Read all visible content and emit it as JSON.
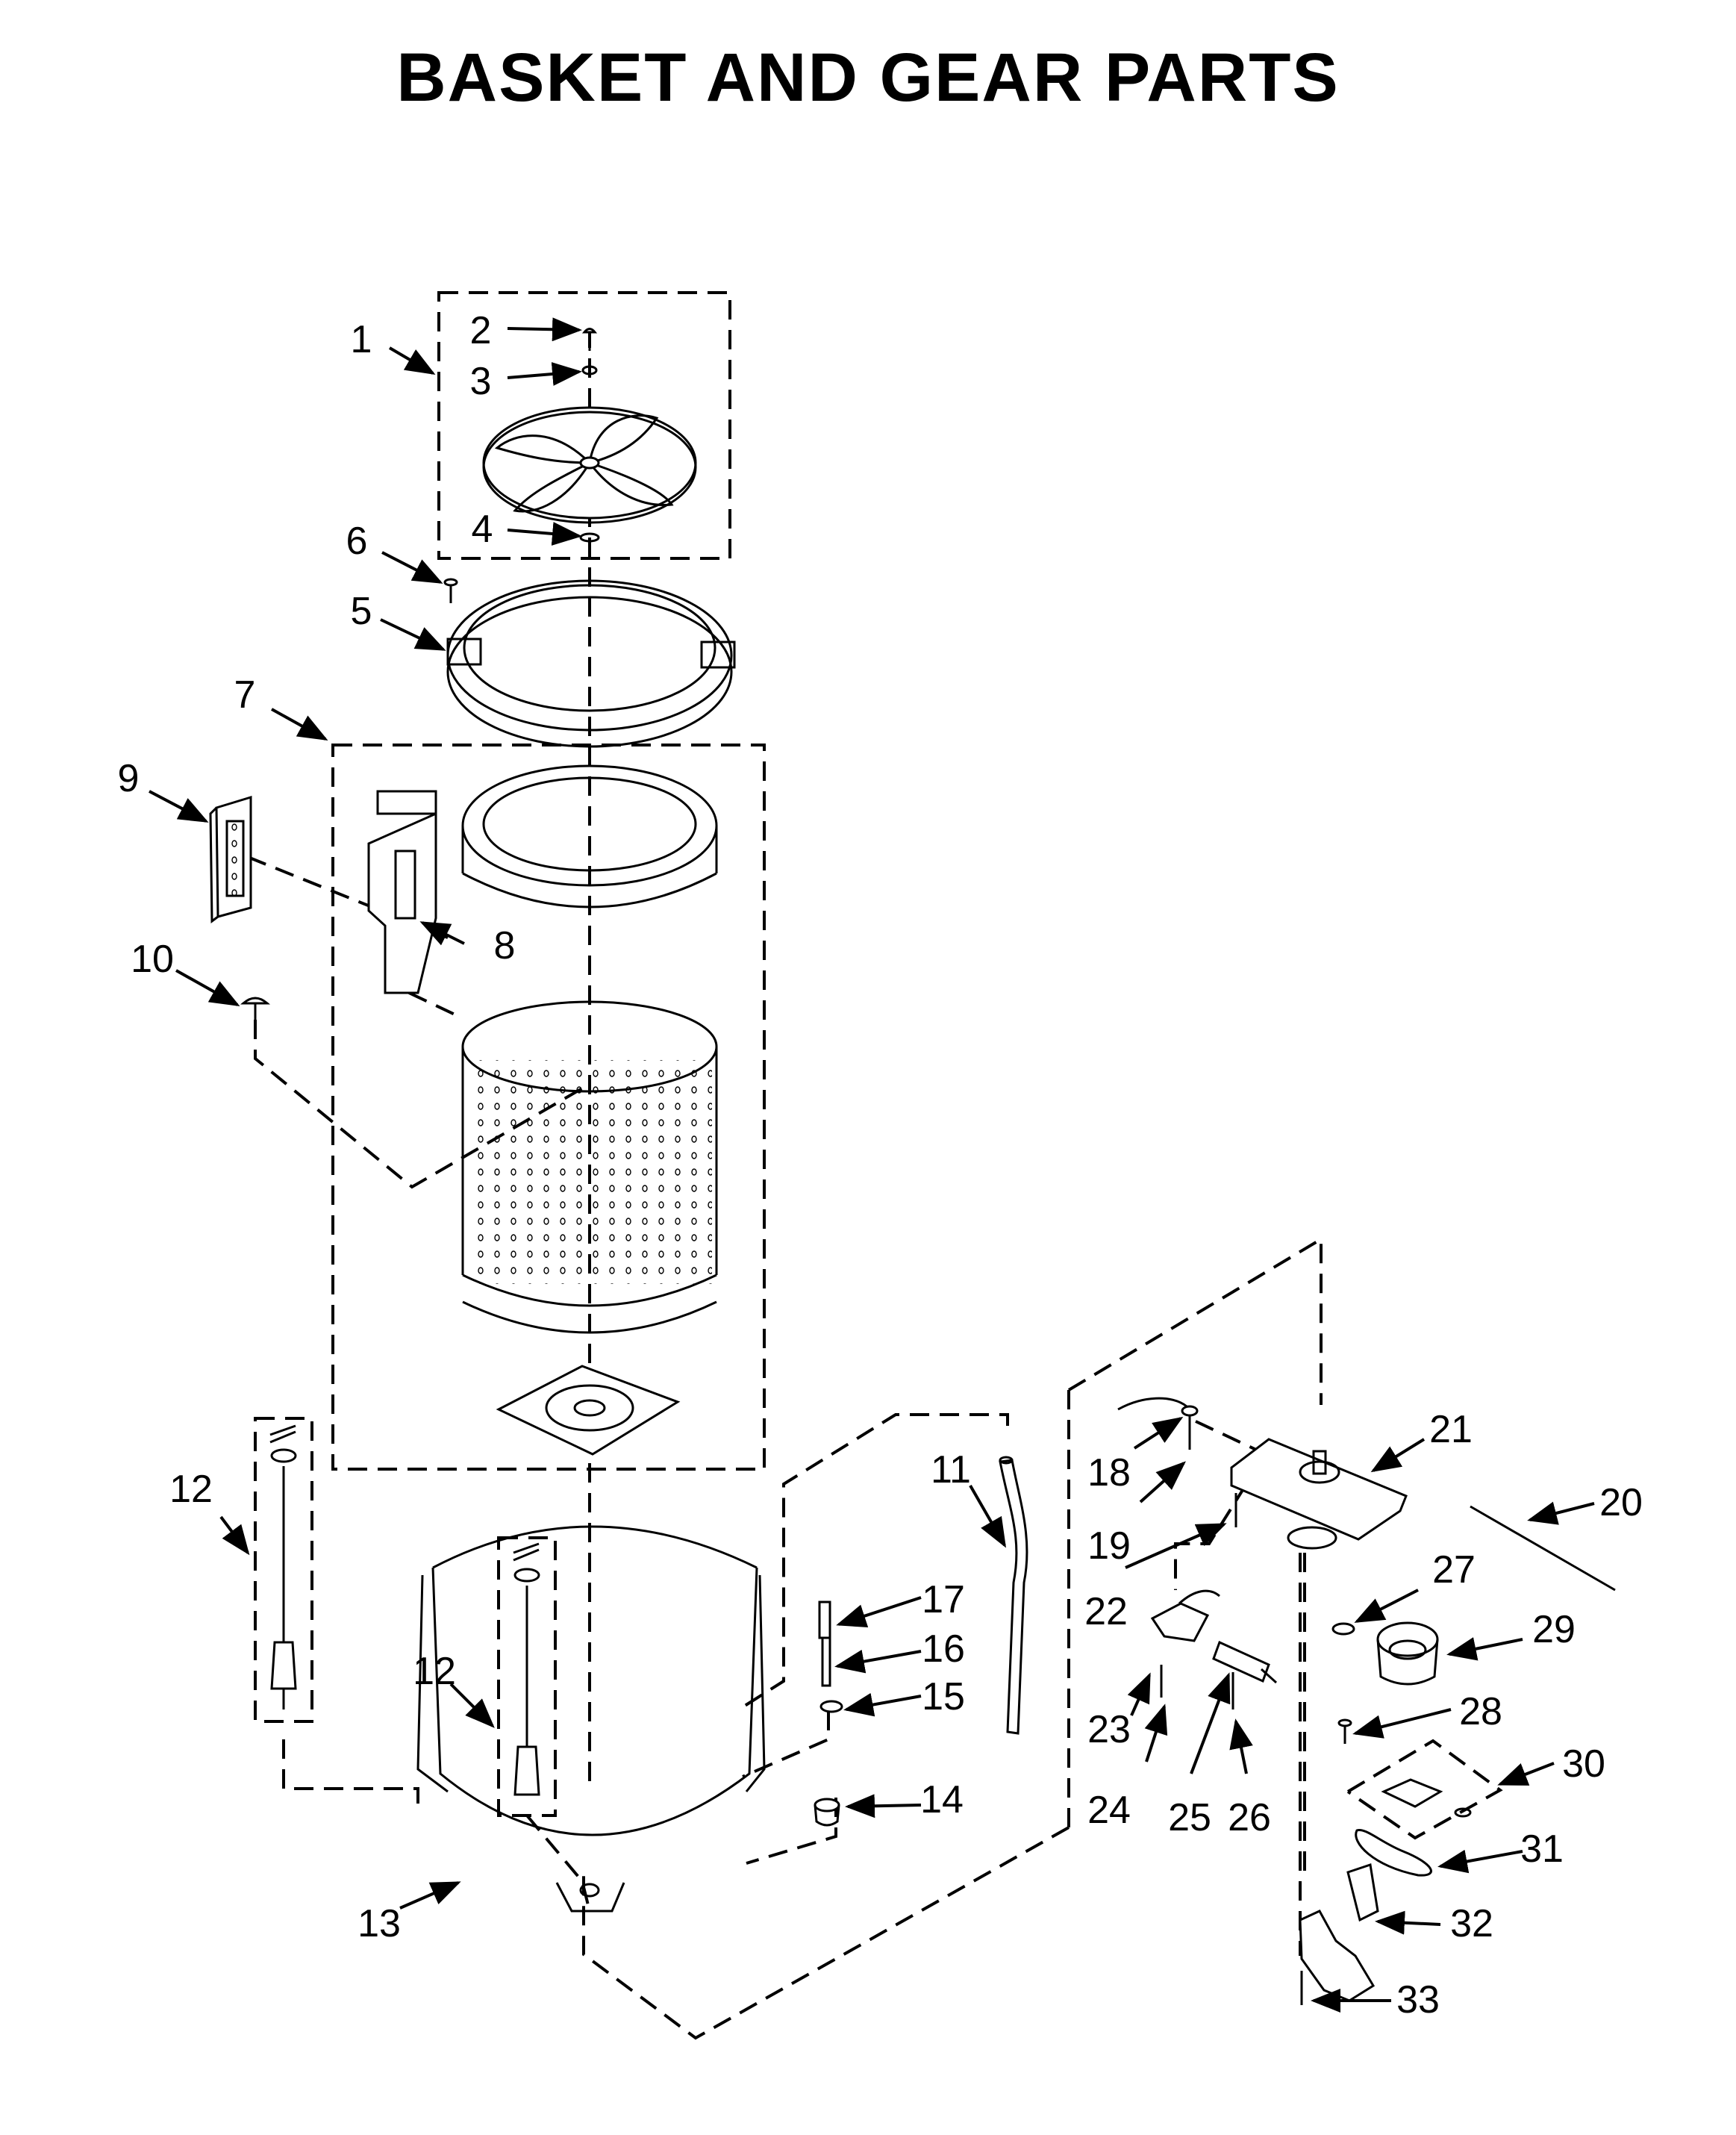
{
  "page": {
    "title": "BASKET AND GEAR PARTS"
  },
  "callouts": [
    {
      "id": "c1",
      "label": "1"
    },
    {
      "id": "c2",
      "label": "2"
    },
    {
      "id": "c3",
      "label": "3"
    },
    {
      "id": "c4",
      "label": "4"
    },
    {
      "id": "c5",
      "label": "5"
    },
    {
      "id": "c6",
      "label": "6"
    },
    {
      "id": "c7",
      "label": "7"
    },
    {
      "id": "c8",
      "label": "8"
    },
    {
      "id": "c9",
      "label": "9"
    },
    {
      "id": "c10",
      "label": "10"
    },
    {
      "id": "c11",
      "label": "11"
    },
    {
      "id": "c12a",
      "label": "12"
    },
    {
      "id": "c12b",
      "label": "12"
    },
    {
      "id": "c13",
      "label": "13"
    },
    {
      "id": "c14",
      "label": "14"
    },
    {
      "id": "c15",
      "label": "15"
    },
    {
      "id": "c16",
      "label": "16"
    },
    {
      "id": "c17",
      "label": "17"
    },
    {
      "id": "c18",
      "label": "18"
    },
    {
      "id": "c19",
      "label": "19"
    },
    {
      "id": "c20",
      "label": "20"
    },
    {
      "id": "c21",
      "label": "21"
    },
    {
      "id": "c22",
      "label": "22"
    },
    {
      "id": "c23",
      "label": "23"
    },
    {
      "id": "c24",
      "label": "24"
    },
    {
      "id": "c25",
      "label": "25"
    },
    {
      "id": "c26",
      "label": "26"
    },
    {
      "id": "c27",
      "label": "27"
    },
    {
      "id": "c28",
      "label": "28"
    },
    {
      "id": "c29",
      "label": "29"
    },
    {
      "id": "c30",
      "label": "30"
    },
    {
      "id": "c31",
      "label": "31"
    },
    {
      "id": "c32",
      "label": "32"
    },
    {
      "id": "c33",
      "label": "33"
    }
  ]
}
